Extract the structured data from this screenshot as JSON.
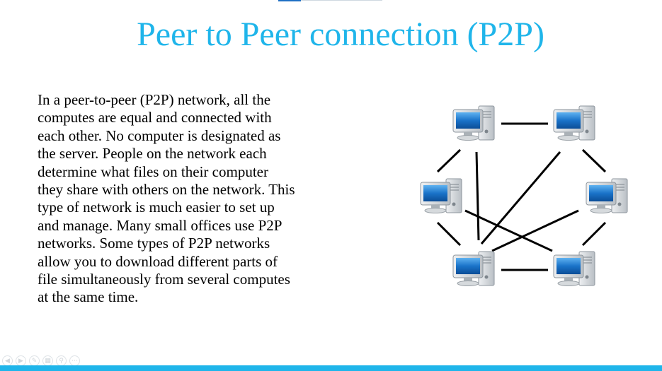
{
  "slide": {
    "title": "Peer to Peer connection (P2P)",
    "body_lines": [
      "In a peer-to-peer (P2P) network, all the",
      "computes are equal and connected with",
      "each other. No computer is designated as",
      "the server. People on the network each",
      "determine what files on their computer",
      "they share with others on the network. This",
      "type of network is much easier to set up",
      "and manage. Many small offices use P2P",
      "networks. Some types of P2P networks",
      "allow you to download different parts of",
      "file simultaneously from several computes",
      "at the same time."
    ]
  },
  "diagram": {
    "nodes": [
      "computer",
      "computer",
      "computer",
      "computer",
      "computer",
      "computer"
    ],
    "node_icon": "desktop-computer-icon",
    "link_color": "#000000",
    "screen_color": "#1a73c9"
  },
  "viewer_controls": {
    "icons": [
      "previous-icon",
      "next-icon",
      "pen-icon",
      "slides-icon",
      "zoom-icon",
      "more-icon"
    ],
    "glyphs": [
      "◀",
      "▶",
      "✎",
      "▦",
      "⚲",
      "⋯"
    ]
  },
  "colors": {
    "accent": "#1fb5ea",
    "text": "#000000"
  }
}
